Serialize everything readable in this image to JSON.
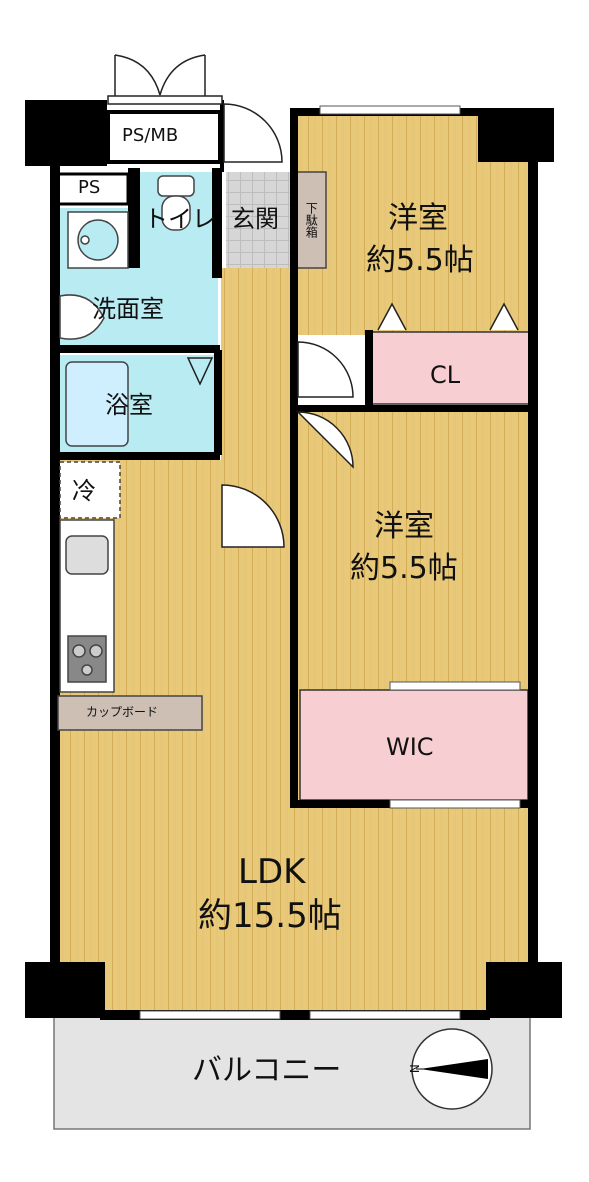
{
  "rooms": {
    "ps_mb": "PS/MB",
    "ps": "PS",
    "toilet": "トイレ",
    "genkan": "玄関",
    "shoe_box": "下駄箱",
    "washroom": "洗面室",
    "bathroom": "浴室",
    "bedroom1": {
      "name": "洋室",
      "size": "約5.5帖"
    },
    "closet": "CL",
    "bedroom2": {
      "name": "洋室",
      "size": "約5.5帖"
    },
    "wic": "WIC",
    "fridge": "冷",
    "cupboard": "カップボード",
    "ldk": {
      "name": "LDK",
      "size": "約15.5帖"
    },
    "balcony": "バルコニー"
  },
  "compass": {
    "label": "N"
  },
  "colors": {
    "wood_floor": "#e8c97a",
    "wet_area": "#b9ebf2",
    "storage": "#f7cfd2",
    "tile": "#d6d6d6",
    "shoe_box": "#cdbfb4",
    "balcony": "#e4e4e4",
    "wall": "#000000"
  }
}
